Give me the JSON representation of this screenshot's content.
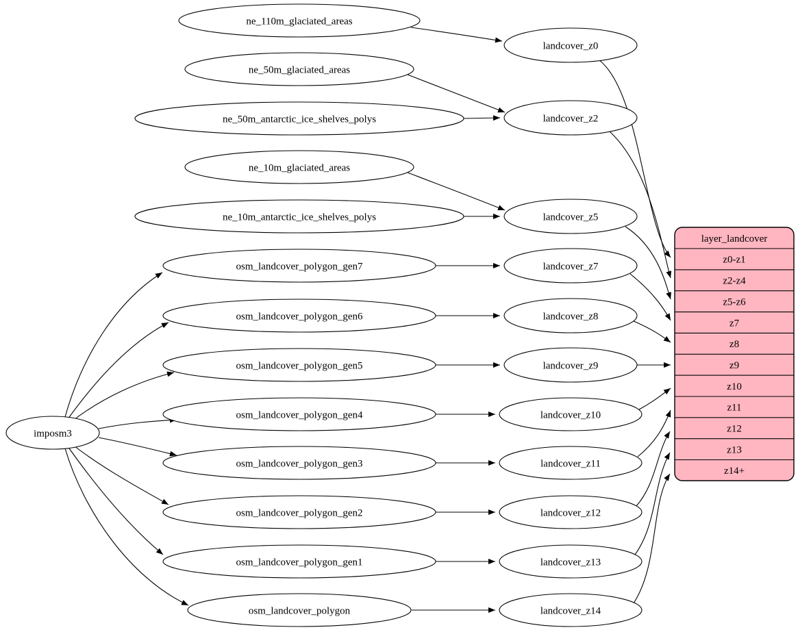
{
  "colors": {
    "table_fill": "#ffb6c1",
    "node_fill": "#ffffff",
    "stroke": "#000000"
  },
  "root": {
    "label": "imposm3"
  },
  "sources": [
    {
      "label": "ne_110m_glaciated_areas"
    },
    {
      "label": "ne_50m_glaciated_areas"
    },
    {
      "label": "ne_50m_antarctic_ice_shelves_polys"
    },
    {
      "label": "ne_10m_glaciated_areas"
    },
    {
      "label": "ne_10m_antarctic_ice_shelves_polys"
    },
    {
      "label": "osm_landcover_polygon_gen7"
    },
    {
      "label": "osm_landcover_polygon_gen6"
    },
    {
      "label": "osm_landcover_polygon_gen5"
    },
    {
      "label": "osm_landcover_polygon_gen4"
    },
    {
      "label": "osm_landcover_polygon_gen3"
    },
    {
      "label": "osm_landcover_polygon_gen2"
    },
    {
      "label": "osm_landcover_polygon_gen1"
    },
    {
      "label": "osm_landcover_polygon"
    }
  ],
  "intermediates": [
    {
      "label": "landcover_z0"
    },
    {
      "label": "landcover_z2"
    },
    {
      "label": "landcover_z5"
    },
    {
      "label": "landcover_z7"
    },
    {
      "label": "landcover_z8"
    },
    {
      "label": "landcover_z9"
    },
    {
      "label": "landcover_z10"
    },
    {
      "label": "landcover_z11"
    },
    {
      "label": "landcover_z12"
    },
    {
      "label": "landcover_z13"
    },
    {
      "label": "landcover_z14"
    }
  ],
  "table": {
    "header": "layer_landcover",
    "rows": [
      {
        "label": "z0-z1"
      },
      {
        "label": "z2-z4"
      },
      {
        "label": "z5-z6"
      },
      {
        "label": "z7"
      },
      {
        "label": "z8"
      },
      {
        "label": "z9"
      },
      {
        "label": "z10"
      },
      {
        "label": "z11"
      },
      {
        "label": "z12"
      },
      {
        "label": "z13"
      },
      {
        "label": "z14+"
      }
    ]
  },
  "edges": [
    {
      "from": "ne_110m_glaciated_areas",
      "to": "landcover_z0"
    },
    {
      "from": "ne_50m_glaciated_areas",
      "to": "landcover_z2"
    },
    {
      "from": "ne_50m_antarctic_ice_shelves_polys",
      "to": "landcover_z2"
    },
    {
      "from": "ne_10m_glaciated_areas",
      "to": "landcover_z5"
    },
    {
      "from": "ne_10m_antarctic_ice_shelves_polys",
      "to": "landcover_z5"
    },
    {
      "from": "osm_landcover_polygon_gen7",
      "to": "landcover_z7"
    },
    {
      "from": "osm_landcover_polygon_gen6",
      "to": "landcover_z8"
    },
    {
      "from": "osm_landcover_polygon_gen5",
      "to": "landcover_z9"
    },
    {
      "from": "osm_landcover_polygon_gen4",
      "to": "landcover_z10"
    },
    {
      "from": "osm_landcover_polygon_gen3",
      "to": "landcover_z11"
    },
    {
      "from": "osm_landcover_polygon_gen2",
      "to": "landcover_z12"
    },
    {
      "from": "osm_landcover_polygon_gen1",
      "to": "landcover_z13"
    },
    {
      "from": "osm_landcover_polygon",
      "to": "landcover_z14"
    },
    {
      "from": "imposm3",
      "to": "osm_landcover_polygon_gen7"
    },
    {
      "from": "imposm3",
      "to": "osm_landcover_polygon_gen6"
    },
    {
      "from": "imposm3",
      "to": "osm_landcover_polygon_gen5"
    },
    {
      "from": "imposm3",
      "to": "osm_landcover_polygon_gen4"
    },
    {
      "from": "imposm3",
      "to": "osm_landcover_polygon_gen3"
    },
    {
      "from": "imposm3",
      "to": "osm_landcover_polygon_gen2"
    },
    {
      "from": "imposm3",
      "to": "osm_landcover_polygon_gen1"
    },
    {
      "from": "imposm3",
      "to": "osm_landcover_polygon"
    },
    {
      "from": "landcover_z0",
      "to": "layer_landcover.z0-z1"
    },
    {
      "from": "landcover_z2",
      "to": "layer_landcover.z2-z4"
    },
    {
      "from": "landcover_z5",
      "to": "layer_landcover.z5-z6"
    },
    {
      "from": "landcover_z7",
      "to": "layer_landcover.z7"
    },
    {
      "from": "landcover_z8",
      "to": "layer_landcover.z8"
    },
    {
      "from": "landcover_z9",
      "to": "layer_landcover.z9"
    },
    {
      "from": "landcover_z10",
      "to": "layer_landcover.z10"
    },
    {
      "from": "landcover_z11",
      "to": "layer_landcover.z11"
    },
    {
      "from": "landcover_z12",
      "to": "layer_landcover.z12"
    },
    {
      "from": "landcover_z13",
      "to": "layer_landcover.z13"
    },
    {
      "from": "landcover_z14",
      "to": "layer_landcover.z14+"
    }
  ]
}
